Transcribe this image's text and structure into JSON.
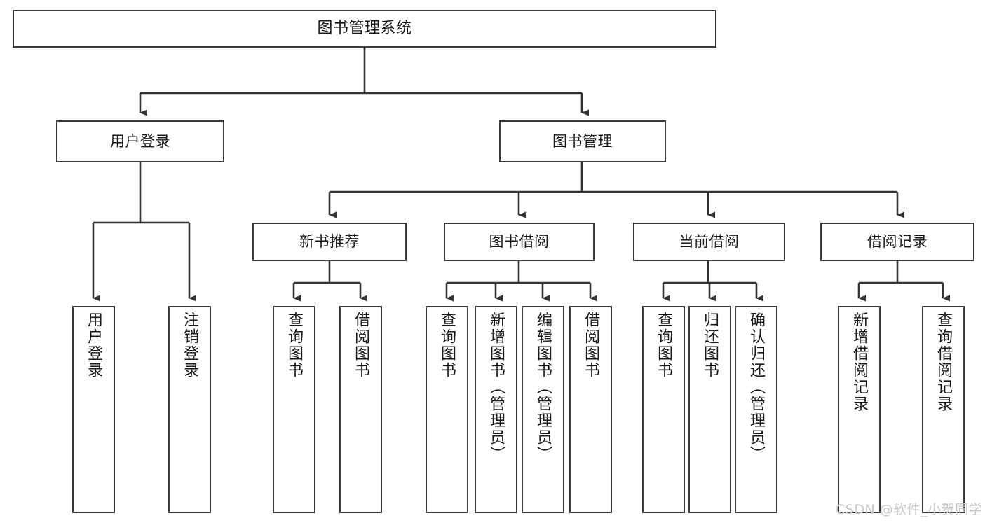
{
  "diagram": {
    "title": "图书管理系统",
    "type": "hierarchy-tree",
    "colors": {
      "background": "#ffffff",
      "node_border": "#3a3a3a",
      "node_fill": "#ffffff",
      "edge": "#333333",
      "text": "#1a1a1a",
      "watermark": "#c9c9c9"
    },
    "root": {
      "label": "图书管理系统"
    },
    "level2": [
      {
        "label": "用户登录"
      },
      {
        "label": "图书管理"
      }
    ],
    "level3": [
      {
        "label": "新书推荐"
      },
      {
        "label": "图书借阅"
      },
      {
        "label": "当前借阅"
      },
      {
        "label": "借阅记录"
      }
    ],
    "leaves": {
      "user_login": [
        {
          "label": "用户登录"
        },
        {
          "label": "注销登录"
        }
      ],
      "new_book_recommend": [
        {
          "label": "查询图书"
        },
        {
          "label": "借阅图书"
        }
      ],
      "book_borrow": [
        {
          "label": "查询图书"
        },
        {
          "label": "新增图书（管理员）"
        },
        {
          "label": "编辑图书（管理员）"
        },
        {
          "label": "借阅图书"
        }
      ],
      "current_borrow": [
        {
          "label": "查询图书"
        },
        {
          "label": "归还图书"
        },
        {
          "label": "确认归还（管理员）"
        }
      ],
      "borrow_record": [
        {
          "label": "新增借阅记录"
        },
        {
          "label": "查询借阅记录"
        }
      ]
    },
    "watermark": "CSDN @软件_小贺同学"
  }
}
